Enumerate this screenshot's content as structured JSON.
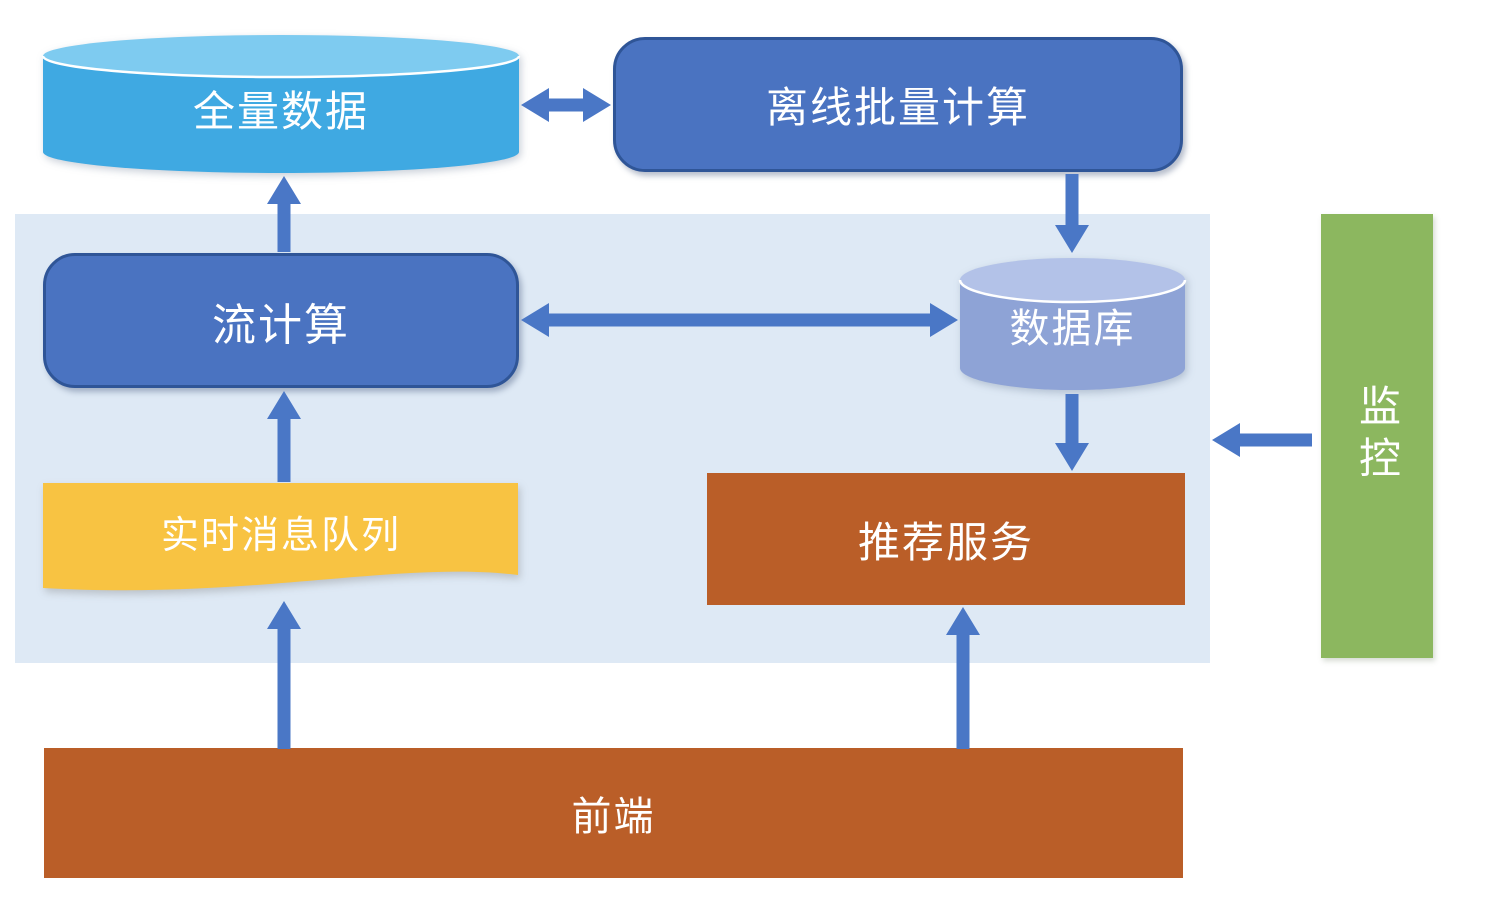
{
  "diagram": {
    "nodes": {
      "full_data": {
        "label": "全量数据",
        "shape": "cylinder",
        "color_role": "cyan"
      },
      "offline_batch": {
        "label": "离线批量计算",
        "shape": "rounded-rect",
        "color_role": "blue"
      },
      "stream_compute": {
        "label": "流计算",
        "shape": "rounded-rect",
        "color_role": "blue"
      },
      "database": {
        "label": "数据库",
        "shape": "cylinder",
        "color_role": "periwinkle"
      },
      "realtime_queue": {
        "label": "实时消息队列",
        "shape": "wave",
        "color_role": "yellow"
      },
      "recommend_service": {
        "label": "推荐服务",
        "shape": "rect",
        "color_role": "orange"
      },
      "frontend": {
        "label": "前端",
        "shape": "rect",
        "color_role": "orange"
      },
      "monitor": {
        "label": "监控",
        "shape": "vertical-rect",
        "color_role": "green"
      }
    },
    "edges": [
      {
        "from": "full_data",
        "to": "offline_batch",
        "style": "bidirectional"
      },
      {
        "from": "offline_batch",
        "to": "database",
        "style": "one-way"
      },
      {
        "from": "stream_compute",
        "to": "database",
        "style": "bidirectional"
      },
      {
        "from": "stream_compute",
        "to": "full_data",
        "style": "one-way"
      },
      {
        "from": "realtime_queue",
        "to": "stream_compute",
        "style": "one-way"
      },
      {
        "from": "database",
        "to": "recommend_service",
        "style": "one-way"
      },
      {
        "from": "frontend",
        "to": "realtime_queue",
        "style": "one-way"
      },
      {
        "from": "frontend",
        "to": "recommend_service",
        "style": "one-way"
      },
      {
        "from": "monitor",
        "to": "realtime_zone_panel",
        "style": "one-way"
      }
    ],
    "colors": {
      "cyan_body": "#3FA9E2",
      "cyan_top": "#7ECBF0",
      "blue_box": "#4A73C1",
      "blue_box_border": "#2F5597",
      "periwinkle_body": "#8EA3D6",
      "periwinkle_top": "#B3C2E8",
      "yellow": "#F8C342",
      "orange": "#BA5E28",
      "green": "#8CB75F",
      "panel": "#DEE9F5",
      "arrow": "#4A77C6",
      "label_text": "#FFFFFF"
    }
  }
}
